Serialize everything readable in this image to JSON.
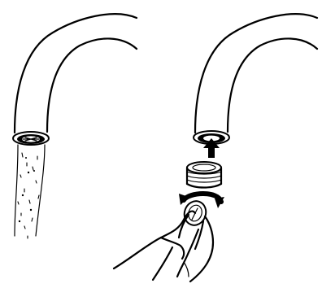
{
  "figure": {
    "panels": [
      {
        "id": "left",
        "description_key": "water-flowing-from-faucet"
      },
      {
        "id": "right",
        "description_key": "aerator-removal"
      }
    ],
    "icons": [
      "faucet-spout-icon",
      "water-stream-icon",
      "aerator-icon",
      "arrow-up-icon",
      "rotate-arrow-icon",
      "hand-icon",
      "coin-icon"
    ],
    "colors": {
      "line": "#000000",
      "background": "#ffffff"
    }
  }
}
